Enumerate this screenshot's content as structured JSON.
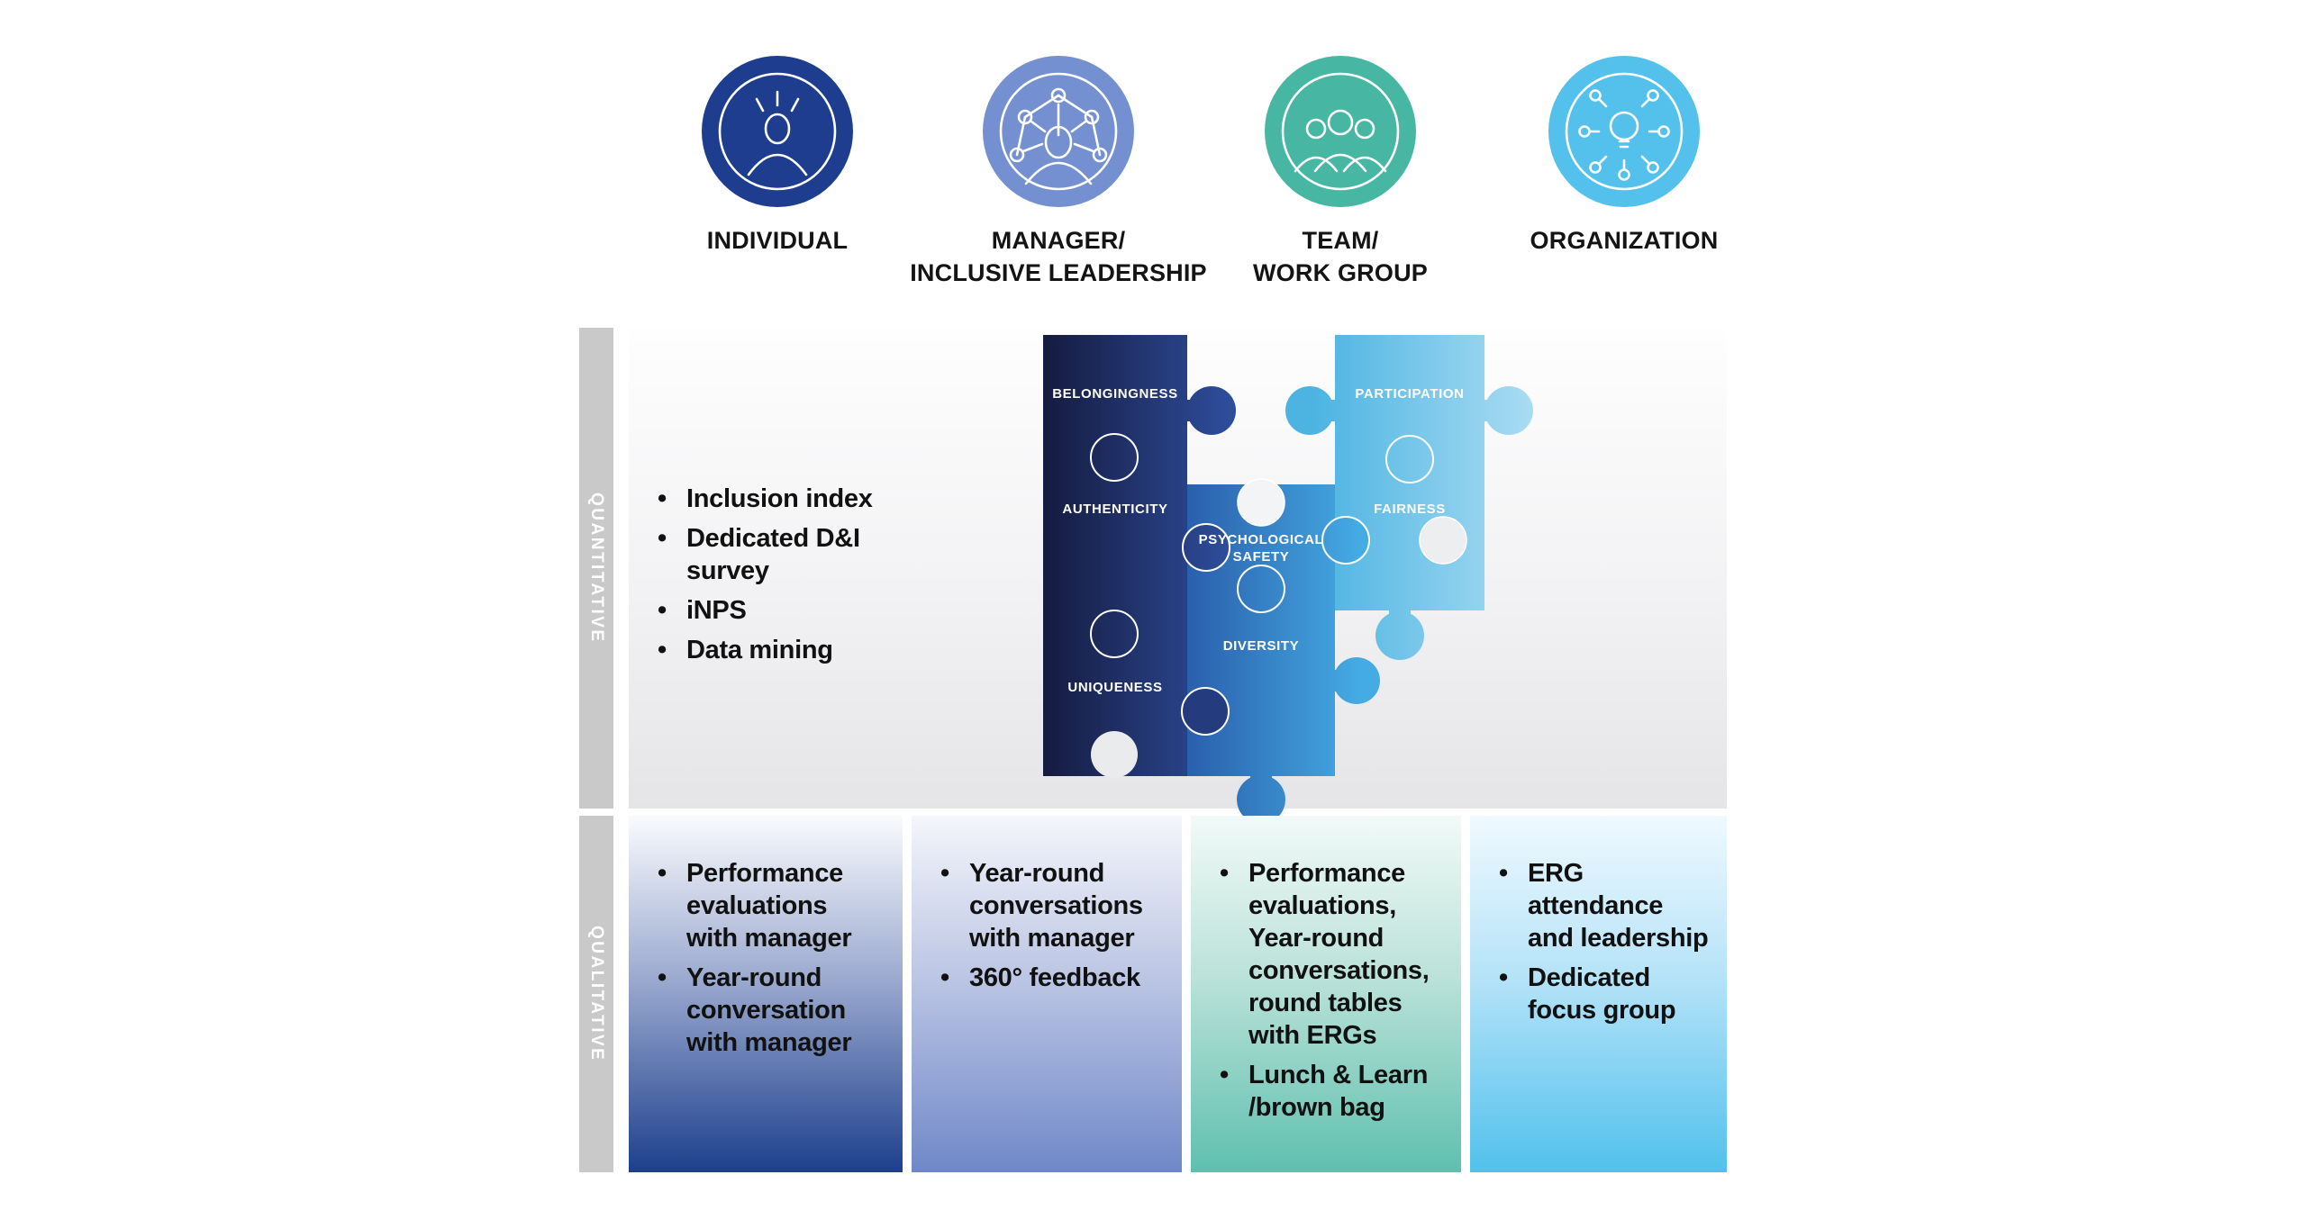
{
  "levels": [
    {
      "name": "INDIVIDUAL",
      "lines": [
        "INDIVIDUAL"
      ],
      "color": "#1e3d8f",
      "icon": "individual-person-icon"
    },
    {
      "name": "MANAGER/INCLUSIVE LEADERSHIP",
      "lines": [
        "MANAGER/",
        "INCLUSIVE LEADERSHIP"
      ],
      "color": "#7590d1",
      "icon": "manager-network-icon"
    },
    {
      "name": "TEAM/WORK GROUP",
      "lines": [
        "TEAM/",
        "WORK GROUP"
      ],
      "color": "#47b7a4",
      "icon": "team-people-icon"
    },
    {
      "name": "ORGANIZATION",
      "lines": [
        "ORGANIZATION"
      ],
      "color": "#53c1ec",
      "icon": "organization-lightbulb-icon"
    }
  ],
  "sections": {
    "quantitative": {
      "label": "QUANTITATIVE",
      "bullets": [
        "Inclusion index",
        "Dedicated D&I\nsurvey",
        "iNPS",
        "Data mining"
      ]
    },
    "qualitative": {
      "label": "QUALITATIVE",
      "columns": [
        {
          "level": "INDIVIDUAL",
          "bottom_color": "#1d3f8c",
          "bullets": [
            "Performance\nevaluations\nwith manager",
            "Year-round\nconversation\nwith manager"
          ]
        },
        {
          "level": "MANAGER/INCLUSIVE LEADERSHIP",
          "bottom_color": "#7088c8",
          "bullets": [
            "Year-round\nconversations\nwith manager",
            "360° feedback"
          ]
        },
        {
          "level": "TEAM/WORK GROUP",
          "bottom_color": "#5fc0af",
          "bullets": [
            "Performance\nevaluations,\nYear-round\nconversations,\nround tables\nwith ERGs",
            "Lunch & Learn\n/brown bag"
          ]
        },
        {
          "level": "ORGANIZATION",
          "bottom_color": "#51c1ec",
          "bullets": [
            "ERG\nattendance\nand leadership",
            "Dedicated\nfocus group"
          ]
        }
      ]
    }
  },
  "puzzle": {
    "pieces": [
      {
        "label": "BELONGINGNESS",
        "color_family": "navy"
      },
      {
        "label": "PARTICIPATION",
        "color_family": "light-blue"
      },
      {
        "label": "AUTHENTICITY",
        "color_family": "navy"
      },
      {
        "label": "PSYCHOLOGICAL\nSAFETY",
        "color_family": "blue"
      },
      {
        "label": "FAIRNESS",
        "color_family": "light-blue"
      },
      {
        "label": "UNIQUENESS",
        "color_family": "navy"
      },
      {
        "label": "DIVERSITY",
        "color_family": "blue"
      }
    ],
    "colors": {
      "navy_dark": "#151b40",
      "navy_light": "#2f4f9f",
      "blue_dark": "#2a5fad",
      "blue_light": "#45abe3",
      "sky_dark": "#4db4e2",
      "sky_light": "#a9dcf3"
    }
  }
}
